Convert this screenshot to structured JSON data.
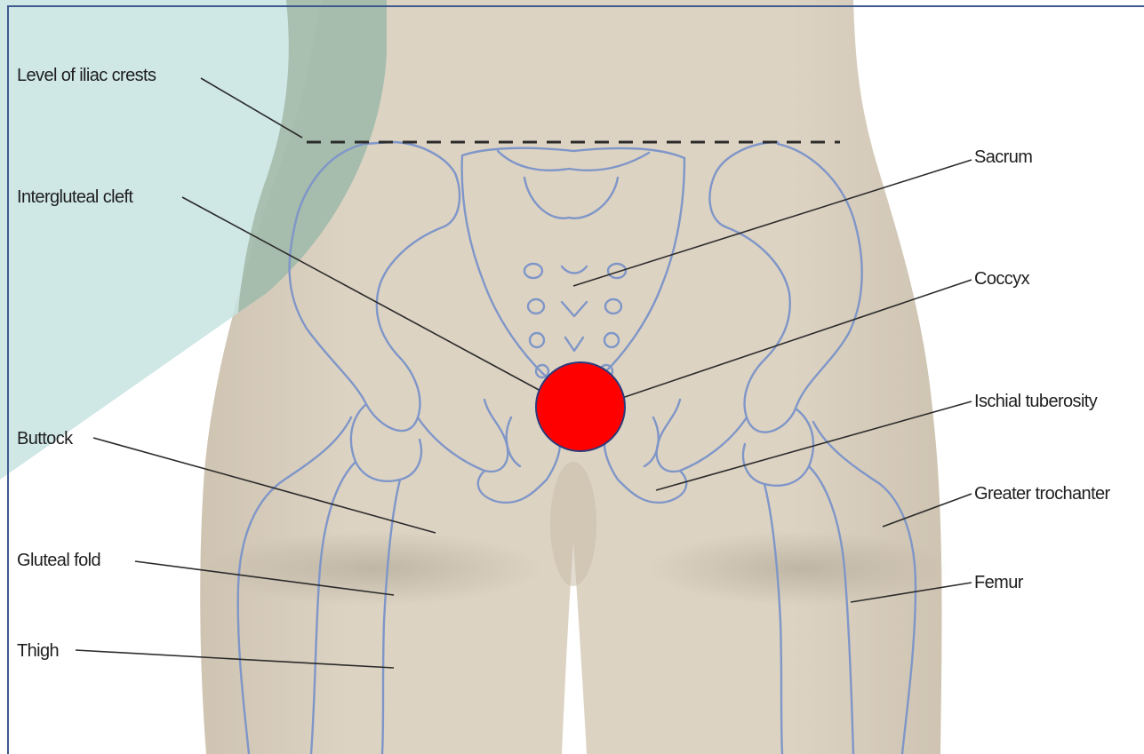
{
  "labels": {
    "iliac_crests": "Level of iliac crests",
    "intergluteal_cleft": "Intergluteal cleft",
    "buttock": "Buttock",
    "gluteal_fold": "Gluteal fold",
    "thigh": "Thigh",
    "sacrum": "Sacrum",
    "coccyx": "Coccyx",
    "ischial_tuberosity": "Ischial tuberosity",
    "greater_trochanter": "Greater trochanter",
    "femur": "Femur"
  },
  "colors": {
    "skin": "#dcd2c1",
    "bone_outline": "#7f96c8",
    "overlay": "#c5e3e0",
    "marker": "#ff0000",
    "leader": "#2b2b2b",
    "frame": "#3f5a8f"
  },
  "icons": {
    "marker": "red-circle-marker"
  }
}
